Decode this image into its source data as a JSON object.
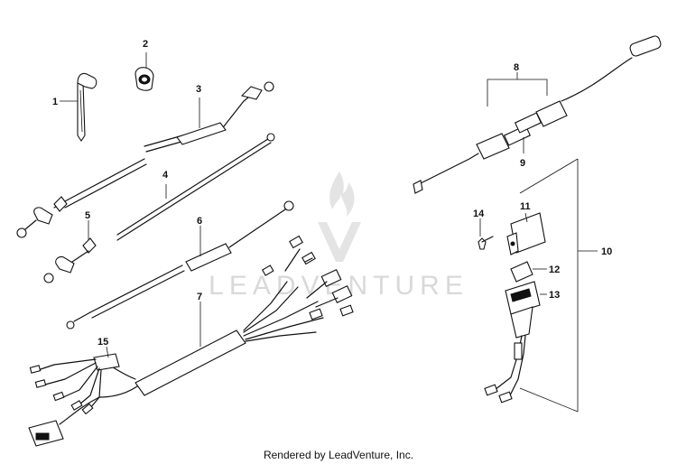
{
  "diagram": {
    "parts": [
      {
        "label": "1"
      },
      {
        "label": "2"
      },
      {
        "label": "3"
      },
      {
        "label": "4"
      },
      {
        "label": "5"
      },
      {
        "label": "6"
      },
      {
        "label": "7"
      },
      {
        "label": "8"
      },
      {
        "label": "9"
      },
      {
        "label": "10"
      },
      {
        "label": "11"
      },
      {
        "label": "12"
      },
      {
        "label": "13"
      },
      {
        "label": "14"
      },
      {
        "label": "15"
      }
    ],
    "watermark": "LEADVENTURE",
    "footer": "Rendered by LeadVenture, Inc."
  }
}
